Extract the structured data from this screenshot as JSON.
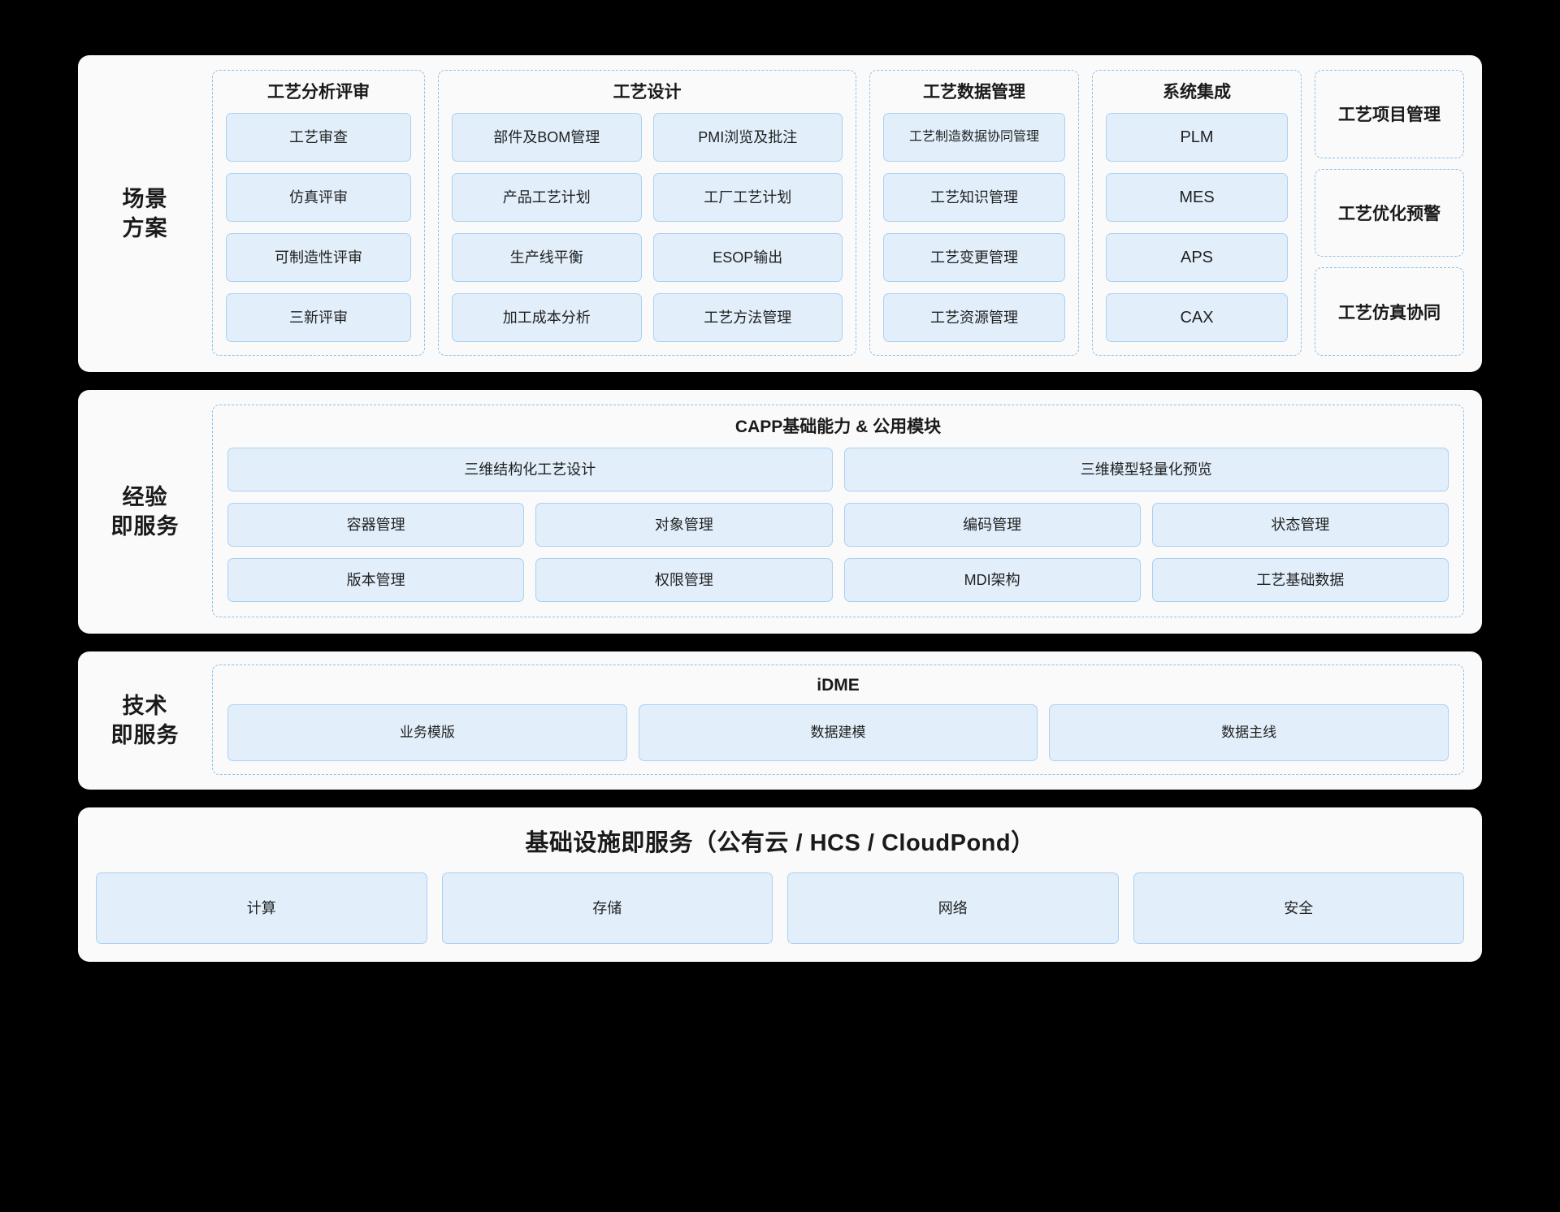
{
  "sections": [
    {
      "label": "场景\n方案",
      "label_lines": [
        "场景",
        "方案"
      ],
      "groups": [
        {
          "title": "工艺分析评审",
          "columns": [
            [
              "工艺审查",
              "仿真评审",
              "可制造性评审",
              "三新评审"
            ]
          ]
        },
        {
          "title": "工艺设计",
          "columns": [
            [
              "部件及BOM管理",
              "产品工艺计划",
              "生产线平衡",
              "加工成本分析"
            ],
            [
              "PMI浏览及批注",
              "工厂工艺计划",
              "ESOP输出",
              "工艺方法管理"
            ]
          ]
        },
        {
          "title": "工艺数据管理",
          "columns": [
            [
              "工艺制造数据协同管理",
              "工艺知识管理",
              "工艺变更管理",
              "工艺资源管理"
            ]
          ]
        },
        {
          "title": "系统集成",
          "columns": [
            [
              "PLM",
              "MES",
              "APS",
              "CAX"
            ]
          ]
        }
      ],
      "solo_boxes": [
        "工艺项目管理",
        "工艺优化预警",
        "工艺仿真协同"
      ]
    },
    {
      "label_lines": [
        "经验",
        "即服务"
      ],
      "group_title": "CAPP基础能力 & 公用模块",
      "rows": [
        [
          "三维结构化工艺设计",
          "三维模型轻量化预览"
        ],
        [
          "容器管理",
          "对象管理",
          "编码管理",
          "状态管理"
        ],
        [
          "版本管理",
          "权限管理",
          "MDI架构",
          "工艺基础数据"
        ]
      ]
    },
    {
      "label_lines": [
        "技术",
        "即服务"
      ],
      "group_title": "iDME",
      "rows": [
        [
          "业务模版",
          "数据建模",
          "数据主线"
        ]
      ]
    },
    {
      "title": "基础设施即服务（公有云 / HCS / CloudPond）",
      "tiles": [
        "计算",
        "存储",
        "网络",
        "安全"
      ]
    }
  ],
  "colors": {
    "background": "#000000",
    "panel": "#fafafa",
    "tile_fill": "#e2effb",
    "tile_border": "#a9d1f2",
    "dashed_border": "#8dc1ea",
    "text": "#1a1a1a"
  }
}
